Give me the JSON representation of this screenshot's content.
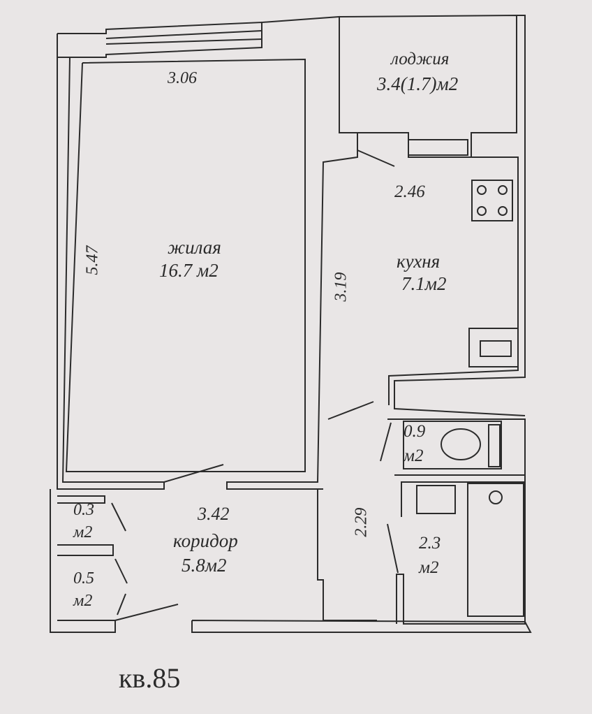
{
  "plan": {
    "apartment": "кв.85",
    "dimensions": {
      "living_width": "3.06",
      "living_length": "5.47",
      "kitchen_width": "2.46",
      "kitchen_length": "3.19",
      "corridor_width": "3.42",
      "bath_length": "2.29"
    },
    "rooms": {
      "loggia": {
        "name": "лоджия",
        "area": "3.4(1.7)м2"
      },
      "living": {
        "name": "жилая",
        "area": "16.7 м2"
      },
      "kitchen": {
        "name": "кухня",
        "area": "7.1м2"
      },
      "corridor": {
        "name": "коридор",
        "area": "5.8м2"
      },
      "closet_small": {
        "value": "0.3",
        "unit": "м2"
      },
      "closet_large": {
        "value": "0.5",
        "unit": "м2"
      },
      "toilet": {
        "value": "0.9",
        "unit": "м2"
      },
      "bathroom": {
        "value": "2.3",
        "unit": "м2"
      }
    }
  }
}
